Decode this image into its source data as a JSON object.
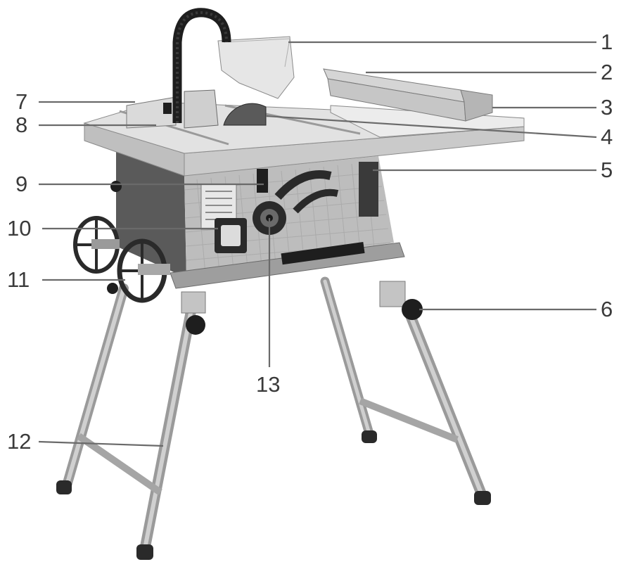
{
  "labels": [
    {
      "id": "1",
      "text": "1"
    },
    {
      "id": "2",
      "text": "2"
    },
    {
      "id": "3",
      "text": "3"
    },
    {
      "id": "4",
      "text": "4"
    },
    {
      "id": "5",
      "text": "5"
    },
    {
      "id": "6",
      "text": "6"
    },
    {
      "id": "7",
      "text": "7"
    },
    {
      "id": "8",
      "text": "8"
    },
    {
      "id": "9",
      "text": "9"
    },
    {
      "id": "10",
      "text": "10"
    },
    {
      "id": "11",
      "text": "11"
    },
    {
      "id": "12",
      "text": "12"
    },
    {
      "id": "13",
      "text": "13"
    }
  ],
  "colors": {
    "line": "#6a6a6a",
    "text": "#3a3a3a",
    "table_top": "#d9d9d9",
    "body": "#8c8c8c",
    "dark": "#2a2a2a",
    "leg": "#b8b8b8"
  }
}
